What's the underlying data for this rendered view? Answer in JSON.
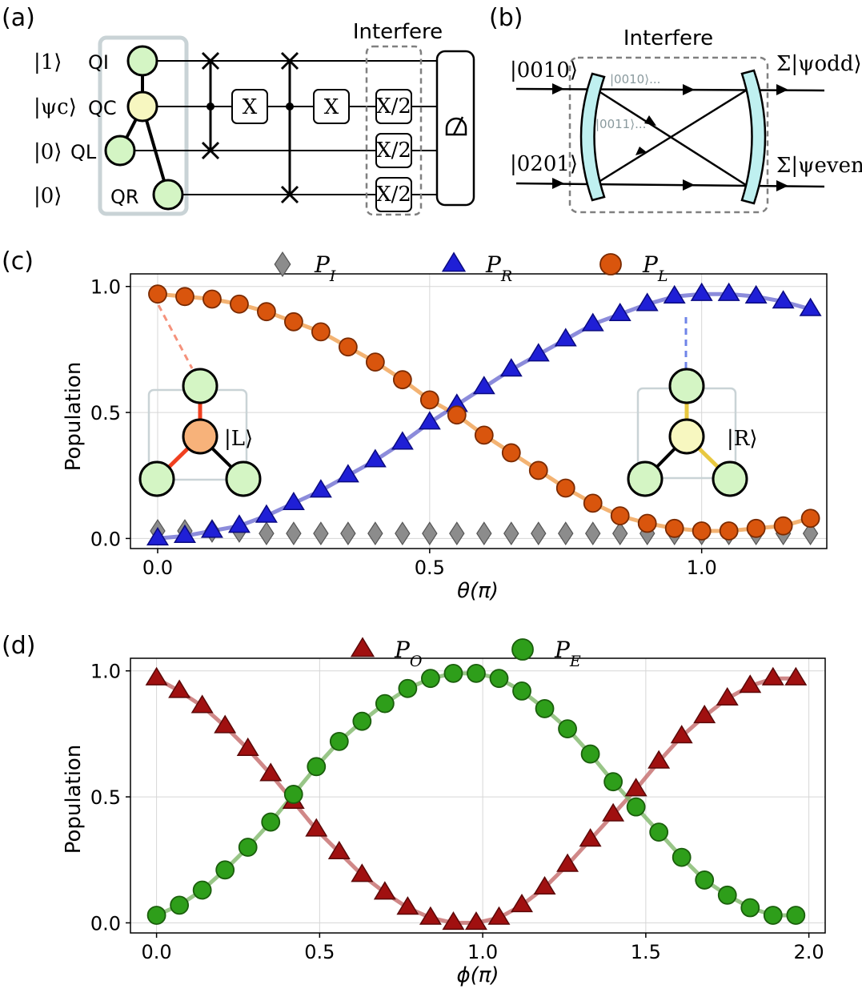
{
  "panel_labels": [
    "(a)",
    "(b)",
    "(c)",
    "(d)"
  ],
  "circuit": {
    "kets": [
      "|1⟩",
      "|ψc⟩",
      "|0⟩",
      "|0⟩"
    ],
    "qubits": [
      "QI",
      "QC",
      "QL",
      "QR"
    ],
    "gates": {
      "x": "X",
      "x_half": "X/2"
    },
    "interfere_label": "Interfere",
    "colors": {
      "green": "#d4f5c4",
      "yellow": "#f7f7c0",
      "box": "#c9d3d6"
    }
  },
  "interferometer": {
    "title": "Interfere",
    "inputs": [
      "|0010⟩",
      "|0201⟩"
    ],
    "outputs": [
      "Σ|ψodd⟩",
      "Σ|ψeven⟩"
    ],
    "internal": [
      "|0010⟩...",
      "|0011⟩..."
    ],
    "mirror_color": "#bff0f0"
  },
  "chart_data": [
    {
      "type": "scatter",
      "xlabel": "θ(π)",
      "ylabel": "Population",
      "xlim": [
        -0.05,
        1.23
      ],
      "ylim": [
        -0.04,
        1.05
      ],
      "xticks": [
        "0.0",
        "0.5",
        "1.0"
      ],
      "xtick_values": [
        0.0,
        0.5,
        1.0
      ],
      "yticks": [
        "0.0",
        "0.5",
        "1.0"
      ],
      "ytick_values": [
        0.0,
        0.5,
        1.0
      ],
      "grid": true,
      "legend_position": "top-center",
      "series": [
        {
          "name": "P_I",
          "label_main": "P",
          "label_sub": "I",
          "marker": "diamond",
          "color": "#8c8c8c",
          "x": [
            0.0,
            0.05,
            0.1,
            0.15,
            0.2,
            0.25,
            0.3,
            0.35,
            0.4,
            0.45,
            0.5,
            0.55,
            0.6,
            0.65,
            0.7,
            0.75,
            0.8,
            0.85,
            0.9,
            0.95,
            1.0,
            1.05,
            1.1,
            1.15,
            1.2
          ],
          "y": [
            0.03,
            0.03,
            0.03,
            0.03,
            0.02,
            0.02,
            0.02,
            0.02,
            0.02,
            0.02,
            0.02,
            0.02,
            0.02,
            0.02,
            0.02,
            0.02,
            0.02,
            0.02,
            0.02,
            0.02,
            0.02,
            0.02,
            0.02,
            0.02,
            0.02
          ]
        },
        {
          "name": "P_R",
          "label_main": "P",
          "label_sub": "R",
          "marker": "triangle",
          "color": "#1f1fd6",
          "fit_color": "#6f6fd2",
          "x": [
            0.0,
            0.05,
            0.1,
            0.15,
            0.2,
            0.25,
            0.3,
            0.35,
            0.4,
            0.45,
            0.5,
            0.55,
            0.6,
            0.65,
            0.7,
            0.75,
            0.8,
            0.85,
            0.9,
            0.95,
            1.0,
            1.05,
            1.1,
            1.15,
            1.2
          ],
          "y": [
            0.0,
            0.01,
            0.03,
            0.05,
            0.09,
            0.14,
            0.19,
            0.25,
            0.31,
            0.38,
            0.46,
            0.53,
            0.6,
            0.67,
            0.73,
            0.79,
            0.85,
            0.89,
            0.93,
            0.96,
            0.97,
            0.97,
            0.96,
            0.94,
            0.91
          ]
        },
        {
          "name": "P_L",
          "label_main": "P",
          "label_sub": "L",
          "marker": "circle",
          "color": "#d9550d",
          "fit_color": "#f0a050",
          "x": [
            0.0,
            0.05,
            0.1,
            0.15,
            0.2,
            0.25,
            0.3,
            0.35,
            0.4,
            0.45,
            0.5,
            0.55,
            0.6,
            0.65,
            0.7,
            0.75,
            0.8,
            0.85,
            0.9,
            0.95,
            1.0,
            1.05,
            1.1,
            1.15,
            1.2
          ],
          "y": [
            0.97,
            0.96,
            0.95,
            0.93,
            0.9,
            0.86,
            0.82,
            0.76,
            0.7,
            0.63,
            0.55,
            0.49,
            0.41,
            0.34,
            0.27,
            0.2,
            0.14,
            0.09,
            0.06,
            0.04,
            0.03,
            0.03,
            0.04,
            0.05,
            0.08
          ]
        }
      ],
      "insets": [
        {
          "label": "|L⟩"
        },
        {
          "label": "|R⟩"
        }
      ]
    },
    {
      "type": "scatter",
      "xlabel": "ϕ(π)",
      "ylabel": "Population",
      "xlim": [
        -0.08,
        2.05
      ],
      "ylim": [
        -0.04,
        1.05
      ],
      "xticks": [
        "0.0",
        "0.5",
        "1.0",
        "1.5",
        "2.0"
      ],
      "xtick_values": [
        0.0,
        0.5,
        1.0,
        1.5,
        2.0
      ],
      "yticks": [
        "0.0",
        "0.5",
        "1.0"
      ],
      "ytick_values": [
        0.0,
        0.5,
        1.0
      ],
      "grid": true,
      "legend_position": "top-center",
      "series": [
        {
          "name": "P_O",
          "label_main": "P",
          "label_sub": "O",
          "marker": "triangle",
          "color": "#a01010",
          "fit_color": "#c46a6a",
          "x": [
            0.0,
            0.07,
            0.14,
            0.21,
            0.28,
            0.35,
            0.42,
            0.49,
            0.56,
            0.63,
            0.7,
            0.77,
            0.84,
            0.91,
            0.98,
            1.05,
            1.12,
            1.19,
            1.26,
            1.33,
            1.4,
            1.47,
            1.54,
            1.61,
            1.68,
            1.75,
            1.82,
            1.89,
            1.96
          ],
          "y": [
            0.97,
            0.92,
            0.86,
            0.78,
            0.69,
            0.59,
            0.48,
            0.37,
            0.28,
            0.19,
            0.12,
            0.06,
            0.02,
            0.0,
            0.0,
            0.02,
            0.07,
            0.14,
            0.23,
            0.33,
            0.43,
            0.53,
            0.64,
            0.74,
            0.82,
            0.89,
            0.94,
            0.97,
            0.97
          ]
        },
        {
          "name": "P_E",
          "label_main": "P",
          "label_sub": "E",
          "marker": "circle",
          "color": "#2e9e1a",
          "fit_color": "#7fb86a",
          "x": [
            0.0,
            0.07,
            0.14,
            0.21,
            0.28,
            0.35,
            0.42,
            0.49,
            0.56,
            0.63,
            0.7,
            0.77,
            0.84,
            0.91,
            0.98,
            1.05,
            1.12,
            1.19,
            1.26,
            1.33,
            1.4,
            1.47,
            1.54,
            1.61,
            1.68,
            1.75,
            1.82,
            1.89,
            1.96
          ],
          "y": [
            0.03,
            0.07,
            0.13,
            0.21,
            0.3,
            0.4,
            0.51,
            0.62,
            0.72,
            0.8,
            0.87,
            0.93,
            0.97,
            0.99,
            0.99,
            0.97,
            0.92,
            0.85,
            0.77,
            0.67,
            0.56,
            0.46,
            0.36,
            0.26,
            0.17,
            0.11,
            0.06,
            0.03,
            0.03
          ]
        }
      ]
    }
  ]
}
